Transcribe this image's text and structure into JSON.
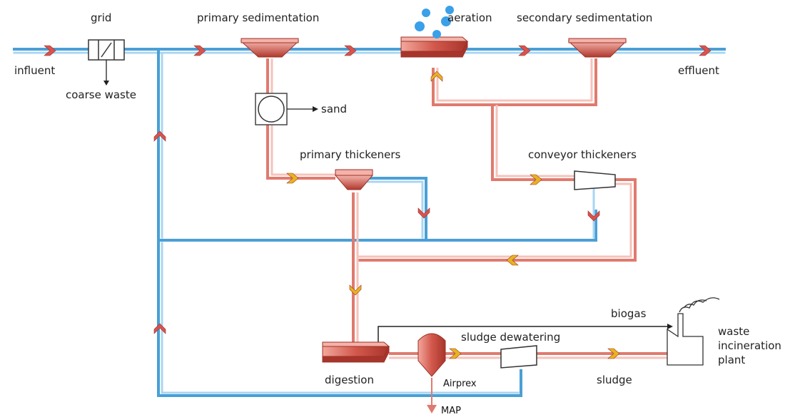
{
  "labels": {
    "grid": "grid",
    "primary_sedimentation": "primary sedimentation",
    "aeration": "aeration",
    "secondary_sedimentation": "secondary sedimentation",
    "influent": "influent",
    "coarse_waste": "coarse waste",
    "effluent": "effluent",
    "sand": "sand",
    "primary_thickeners": "primary thickeners",
    "conveyor_thickeners": "conveyor thickeners",
    "biogas": "biogas",
    "waste_incineration_line1": "waste",
    "waste_incineration_line2": "incineration",
    "waste_incineration_line3": "plant",
    "sludge_dewatering": "sludge dewatering",
    "digestion": "digestion",
    "airprex": "Airprex",
    "sludge": "sludge",
    "map": "MAP"
  },
  "colors": {
    "water_line": "#4a9fd6",
    "sludge_line": "#e07a6e",
    "chevron_red": "#d9534f",
    "chevron_yellow": "#e6b422",
    "vessel_red": "#c9564a",
    "bubble_blue": "#3aa0e8",
    "gas_line": "#222222"
  }
}
